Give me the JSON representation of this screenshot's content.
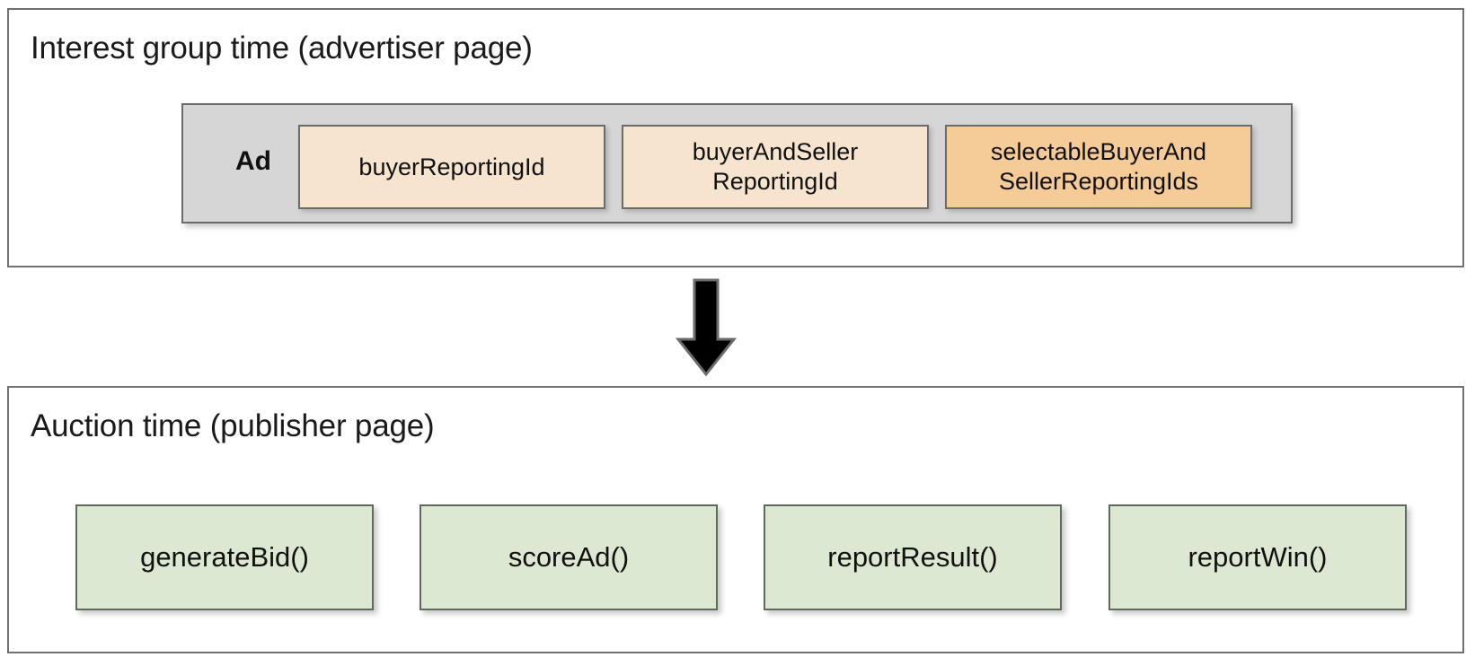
{
  "diagram": {
    "type": "flow",
    "sections": [
      {
        "id": "advertiser",
        "title": "Interest group time (advertiser page)",
        "group": {
          "label": "Ad",
          "fields": [
            {
              "label": "buyerReportingId",
              "tone": "light"
            },
            {
              "label": "buyerAndSeller\nReportingId",
              "tone": "light"
            },
            {
              "label": "selectableBuyerAnd\nSellerReportingIds",
              "tone": "dark"
            }
          ]
        }
      },
      {
        "id": "publisher",
        "title": "Auction time (publisher page)",
        "functions": [
          {
            "label": "generateBid()"
          },
          {
            "label": "scoreAd()"
          },
          {
            "label": "reportResult()"
          },
          {
            "label": "reportWin()"
          }
        ]
      }
    ],
    "connector": {
      "icon": "down-arrow-icon",
      "direction": "down"
    }
  },
  "colors": {
    "panel_border": "#707070",
    "group_fill": "#d6d6d6",
    "group_border": "#6b6b6b",
    "field_light": "#f7e4cf",
    "field_dark": "#f5cb98",
    "function_fill": "#dce8d2",
    "function_border": "#5e6b5c",
    "arrow_fill": "#000000",
    "text": "#111111",
    "background": "#ffffff"
  }
}
